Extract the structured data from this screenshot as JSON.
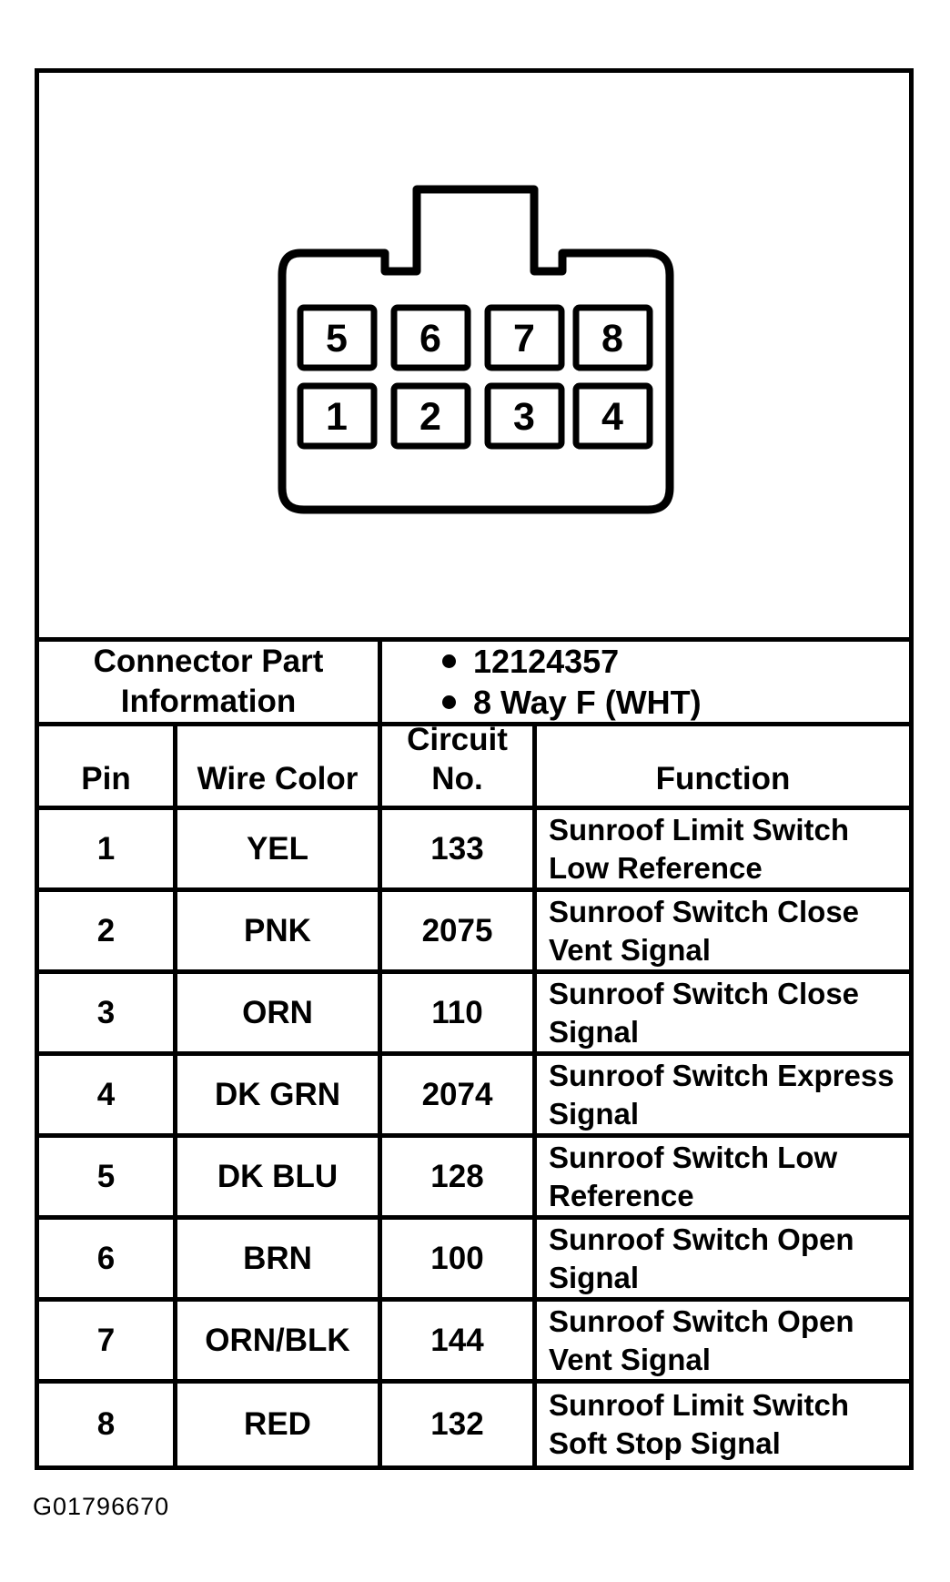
{
  "figure": {
    "connector_view": {
      "pins_top": [
        "5",
        "6",
        "7",
        "8"
      ],
      "pins_bottom": [
        "1",
        "2",
        "3",
        "4"
      ]
    },
    "info": {
      "label": "Connector Part Information",
      "bullet_icon": "•",
      "bullets": [
        "12124357",
        "8 Way F (WHT)"
      ]
    },
    "pinout": {
      "columns": [
        "Pin",
        "Wire Color",
        "Circuit No.",
        "Function"
      ],
      "rows": [
        {
          "pin": "1",
          "wire_color": "YEL",
          "circuit_no": "133",
          "function": "Sunroof Limit Switch\nLow Reference"
        },
        {
          "pin": "2",
          "wire_color": "PNK",
          "circuit_no": "2075",
          "function": "Sunroof Switch Close\nVent Signal"
        },
        {
          "pin": "3",
          "wire_color": "ORN",
          "circuit_no": "110",
          "function": "Sunroof Switch Close\nSignal"
        },
        {
          "pin": "4",
          "wire_color": "DK GRN",
          "circuit_no": "2074",
          "function": "Sunroof Switch Express\nSignal"
        },
        {
          "pin": "5",
          "wire_color": "DK BLU",
          "circuit_no": "128",
          "function": "Sunroof Switch Low\nReference"
        },
        {
          "pin": "6",
          "wire_color": "BRN",
          "circuit_no": "100",
          "function": "Sunroof Switch Open\nSignal"
        },
        {
          "pin": "7",
          "wire_color": "ORN/BLK",
          "circuit_no": "144",
          "function": "Sunroof Switch Open\nVent Signal"
        },
        {
          "pin": "8",
          "wire_color": "RED",
          "circuit_no": "132",
          "function": "Sunroof Limit Switch\nSoft Stop Signal"
        }
      ]
    },
    "figure_id": "G01796670",
    "colors": {
      "ink": "#000000",
      "paper": "#ffffff"
    }
  }
}
